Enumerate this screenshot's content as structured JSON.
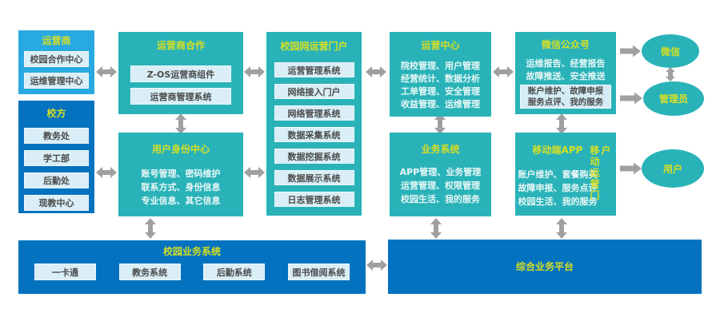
{
  "colors": {
    "teal": "#29B3B9",
    "light_blue": "#29A9E1",
    "dark_blue": "#0372BF",
    "title_yellow": "#D7DF23",
    "arrow_gray": "#A0A0A0",
    "subbox_bg": "#D9EEF6"
  },
  "operator": {
    "title": "运营商",
    "items": [
      "校园合作中心",
      "运维管理中心"
    ]
  },
  "school": {
    "title": "校方",
    "items": [
      "教务处",
      "学工部",
      "后勤处",
      "现教中心"
    ]
  },
  "operator_coop": {
    "title": "运营商合作",
    "items": [
      "Z-OS运营商组件",
      "运营商管理系统"
    ]
  },
  "identity_center": {
    "title": "用户身份中心",
    "lines": [
      "账号管理、密码维护",
      "联系方式、身份信息",
      "专业信息、其它信息"
    ]
  },
  "campus_portal": {
    "title": "校园网运营门户",
    "items": [
      "运营管理系统",
      "网络接入门户",
      "网络管理系统",
      "数据采集系统",
      "数据挖掘系统",
      "数据展示系统",
      "日志管理系统"
    ]
  },
  "operation_center": {
    "title": "运营中心",
    "lines": [
      "院校管理、用户管理",
      "经营统计、数据分析",
      "工单管理、安全管理",
      "收益管理、运维管理"
    ]
  },
  "business_system": {
    "title": "业务系统",
    "lines": [
      "APP管理、业务管理",
      "运营管理、权限管理",
      "校园生活、我的服务"
    ]
  },
  "wechat_official": {
    "title": "微信公众号",
    "lines": [
      "运维报告、经营报告",
      "故障推送、安全推送"
    ],
    "panel_lines": [
      "账户维护、故障申报",
      "服务点评、我的服务"
    ]
  },
  "mobile_app": {
    "title": "移动端APP",
    "lines": [
      "账户维护、套餐购买",
      "故障申报、服务点评",
      "校园生活、我的服务"
    ],
    "side_label": "移动运营门户"
  },
  "campus_business": {
    "title": "校园业务系统",
    "items": [
      "一卡通",
      "教务系统",
      "后勤系统",
      "图书借阅系统"
    ]
  },
  "platform": {
    "title": "综合业务平台"
  },
  "actors": {
    "wechat": "微信",
    "admin": "管理员",
    "user": "用户"
  }
}
